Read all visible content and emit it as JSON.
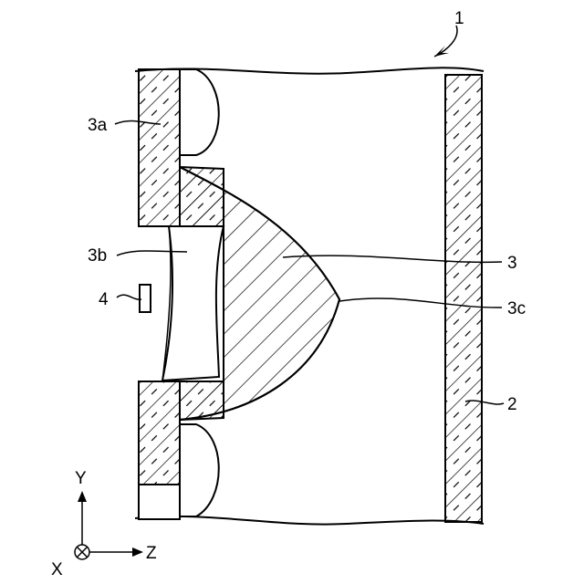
{
  "figure": {
    "labels": {
      "ref_1": "1",
      "ref_3a": "3a",
      "ref_3b": "3b",
      "ref_4": "4",
      "ref_3": "3",
      "ref_3c": "3c",
      "ref_2": "2"
    },
    "axes": {
      "y": "Y",
      "z": "Z",
      "x": "X"
    }
  }
}
